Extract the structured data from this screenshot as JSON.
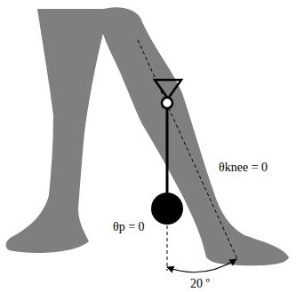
{
  "diagram": {
    "labels": [
      "θknee = 0",
      "θp = 0",
      "20 º"
    ]
  }
}
